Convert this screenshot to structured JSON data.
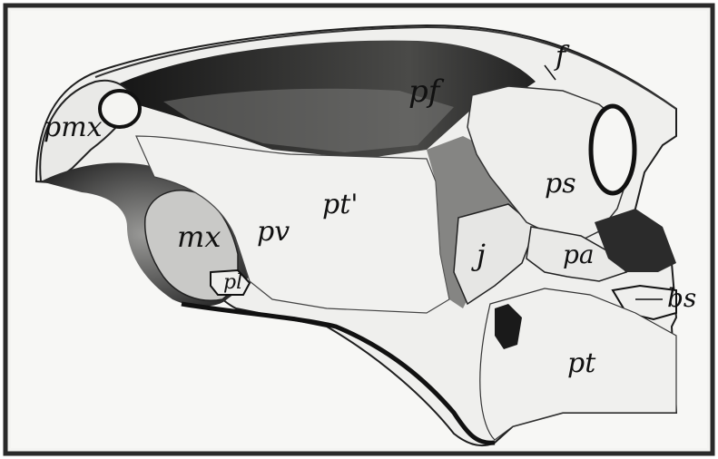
{
  "labels": {
    "pmx": "pmx",
    "pf": "pf",
    "f": "f",
    "ps": "ps",
    "pt_prime": "pt'",
    "pv": "pv",
    "mx": "mx",
    "pl": "pl",
    "j": "j",
    "pa": "pa",
    "bs": "bs",
    "pt": "pt"
  },
  "colors": {
    "background": "#ffffff",
    "border": "#2a2a2a",
    "bone_light": "#efefed",
    "bone_dark": "#1f1f1f",
    "shadow": "#555555"
  }
}
